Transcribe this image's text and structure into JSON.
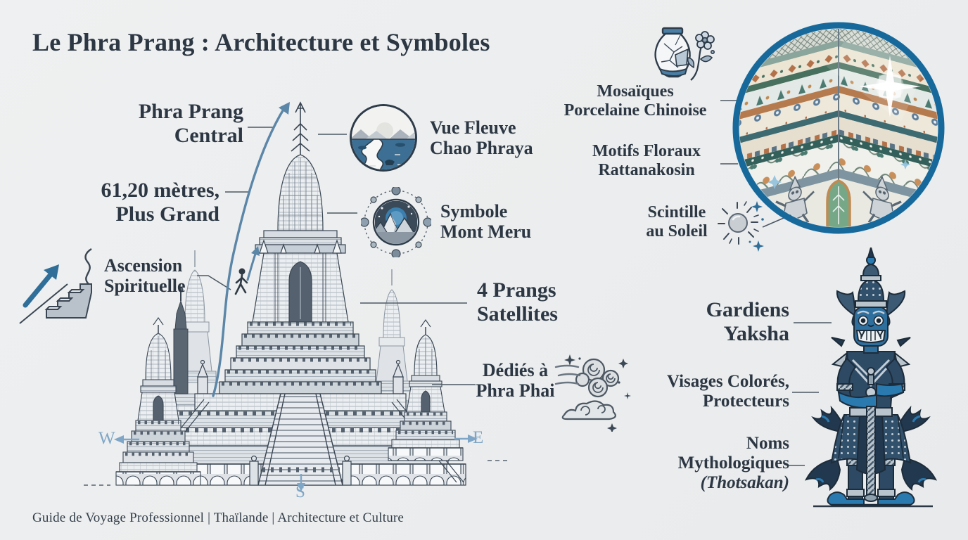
{
  "title": "Le Phra Prang : Architecture et Symboles",
  "footer": "Guide de Voyage Professionnel | Thaïlande | Architecture et Culture",
  "colors": {
    "background": "#edeff1",
    "text": "#2c3743",
    "circle_ring_blue": "#17699c",
    "compass_blue": "#7fa6c6",
    "ascension_arrow_blue": "#5b86a8",
    "leader_line": "#4d5863"
  },
  "compass": {
    "west": "W",
    "east": "E",
    "south": "S"
  },
  "labels": {
    "phra_prang_central": {
      "line1": "Phra Prang",
      "line2": "Central"
    },
    "hauteur": {
      "line1": "61,20 mètres,",
      "line2": "Plus Grand"
    },
    "ascension": {
      "line1": "Ascension",
      "line2": "Spirituelle"
    },
    "vue_fleuve": {
      "line1": "Vue Fleuve",
      "line2": "Chao Phraya"
    },
    "mont_meru": {
      "line1": "Symbole",
      "line2": "Mont Meru"
    },
    "prangs_satellites": {
      "line1": "4 Prangs",
      "line2": "Satellites"
    },
    "phra_phai": {
      "line1": "Dédiés à",
      "line2": "Phra Phai"
    },
    "mosaiques": {
      "line1": "Mosaïques",
      "line2": "Porcelaine Chinoise"
    },
    "motifs_floraux": {
      "line1": "Motifs Floraux",
      "line2": "Rattanakosin"
    },
    "scintille": {
      "line1": "Scintille",
      "line2": "au Soleil"
    },
    "gardiens": {
      "line1": "Gardiens",
      "line2": "Yaksha"
    },
    "visages": {
      "line1": "Visages Colorés,",
      "line2": "Protecteurs"
    },
    "noms": {
      "line1": "Noms",
      "line2": "Mythologiques",
      "line3": "(Thotsakan)"
    }
  },
  "icons": {
    "stairs": "stairs-icon",
    "walker": "walking-person-icon",
    "river": "river-view-icon",
    "meru": "mont-meru-orbit-icon",
    "wind": "wind-clouds-icon",
    "vase": "porcelain-vase-icon",
    "sun": "sun-icon",
    "mosaic": "mosaic-detail-photo",
    "temple": "wat-arun-temple-illustration",
    "yaksha": "yaksha-guardian-illustration",
    "arrow": "ascending-arrow"
  }
}
